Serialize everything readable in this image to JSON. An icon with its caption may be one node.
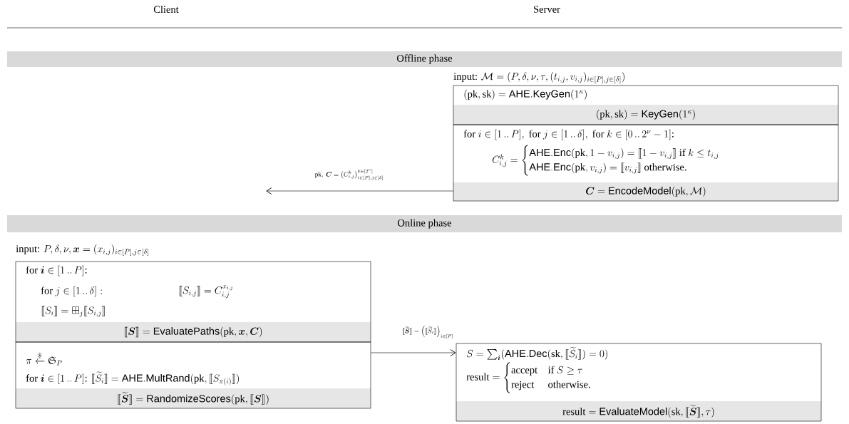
{
  "diagram": {
    "nodes": [
      {
        "text": [
          "Offline phase"
        ]
      },
      {
        "text": [
          "(\\mathrm{pk}, \\mathrm{sk}) = \\mathsf{AHE.KeyGen}(1^{\\kappa})",
          "(\\mathrm{pk}, \\mathrm{sk}) = \\mathsf{KeyGen}(1^{\\kappa})"
        ],
        "beside": [
          "\\text{input: } \\mathcal{M} = (P, \\delta, \\nu, \\tau, (t_{i,j}, v_{i,j})_{i\\in[P],j\\in[\\delta]})"
        ]
      },
      {
        "text": [
          "\\text{for } i \\in [1 \\mathinner{..} P], \\text{ for } j \\in [1 \\mathinner{..} \\delta], \\text{ for } k \\in [0 \\mathinner{..} 2^{\\nu}-1]\\text{:}",
          "C^{k}_{i,j} = \\begin{cases} \\mathsf{AHE.Enc}(\\mathrm{pk}, 1-v_{i,j}) = \\llbracket 1-v_{i,j} \\rrbracket \\text{ if } k \\le t_{i,j} \\\\ \\mathsf{AHE.Enc}(\\mathrm{pk}, v_{i,j}) = \\llbracket v_{i,j} \\rrbracket \\text{ otherwise.} \\end{cases}",
          "\\boldsymbol{C} = \\mathsf{EncodeModel}(\\mathrm{pk}, \\mathcal{M})"
        ]
      },
      {
        "text": [
          "Online phase"
        ]
      },
      {
        "text": [
          "\\text{for } \\boldsymbol{i} \\in [1 \\mathinner{..} P]\\text{:}",
          "\\text{for } j \\in [1 \\mathinner{..} \\delta] :",
          "\\llbracket S_{i,j} \\rrbracket = C^{x_{i,j}}_{i,j}",
          "\\llbracket S_i \\rrbracket = \\boxplus_j \\llbracket S_{i,j} \\rrbracket",
          "\\llbracket \\boldsymbol{S} \\rrbracket = \\mathsf{EvaluatePaths}(\\mathrm{pk}, \\boldsymbol{x}, \\boldsymbol{C})"
        ],
        "beside": [
          "\\text{input: } P, \\delta, \\nu, \\boldsymbol{x} = (x_{i,j})_{i\\in[P],j\\in[\\delta]}"
        ]
      },
      {
        "text": [
          "\\pi \\stackrel{\\$}{\\leftarrow} \\mathfrak{S}_P",
          "\\text{for } \\boldsymbol{i} \\in [1 \\mathinner{..} P]\\text{: } \\llbracket \\widetilde{S}_i \\rrbracket = \\mathsf{AHE.MultRand}(\\mathrm{pk}, \\llbracket S_{\\pi(i)} \\rrbracket)",
          "\\llbracket \\widetilde{\\boldsymbol{S}} \\rrbracket = \\mathsf{RandomizeScores}(\\mathrm{pk}, \\llbracket \\boldsymbol{S} \\rrbracket)"
        ]
      },
      {
        "text": [
          "S = \\sum_{\\boldsymbol{i}} (\\mathsf{AHE.Dec}(\\mathrm{sk}, \\llbracket \\widetilde{S}_i \\rrbracket) = 0)",
          "\\mathrm{result} = \\begin{cases} \\text{accept} & \\text{if } S \\ge \\tau \\\\ \\text{reject} & \\text{otherwise.} \\end{cases}",
          "\\mathrm{result} = \\mathsf{EvaluateModel}(\\mathrm{sk}, \\llbracket \\widetilde{\\boldsymbol{S}} \\rrbracket, \\tau)"
        ]
      }
    ],
    "edges": [
      {
        "from": 2,
        "to": null,
        "arrow": "to",
        "label": "\\mathrm{pk},\\ \\boldsymbol{C} = \\left(C^{k}_{i,j}\\right)^{k\\in[2^{\\nu}]}_{i\\in[P],j\\in[\\delta]}"
      },
      {
        "from": 5,
        "to": 6,
        "arrow": "to",
        "label": "\\llbracket \\widetilde{\\boldsymbol{S}} \\rrbracket = \\left(\\llbracket \\widetilde{S}_i \\rrbracket\\right)_{i\\in[P]}"
      }
    ],
    "labels": [
      "Client",
      "Server"
    ]
  }
}
